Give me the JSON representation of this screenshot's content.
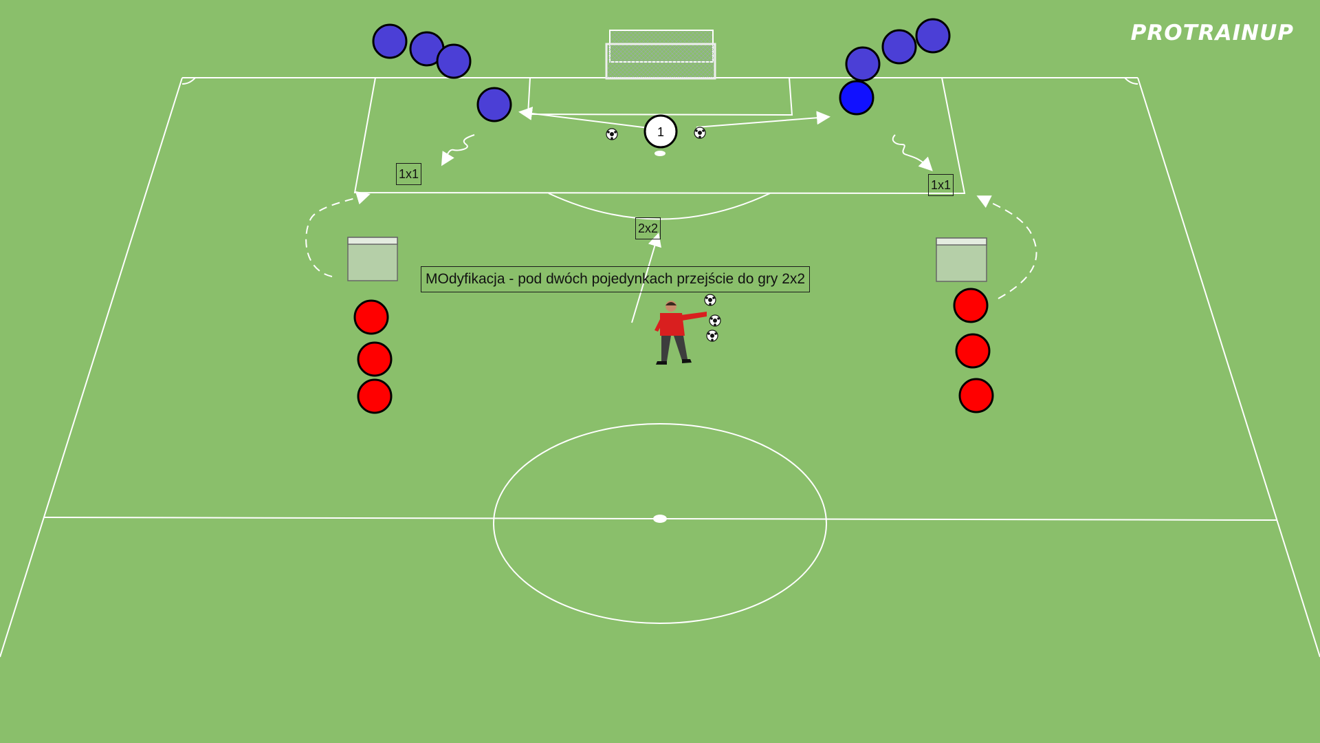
{
  "brand": {
    "logo_text": "PROTRAINUP"
  },
  "labels": {
    "duel_left": "1x1",
    "duel_right": "1x1",
    "small_game": "2x2",
    "coach_number": "1",
    "modification_note": "MOdyfikacja - pod dwóch pojedynkach przejście do gry 2x2"
  },
  "colors": {
    "grass": "#8abf6b",
    "lines": "#ffffff",
    "team_blue": "#4b3fd6",
    "team_blue_active": "#1111ff",
    "team_red": "#ff0000",
    "coach": "#ffffff",
    "goalkeeper_shirt": "#d91f1f"
  },
  "icons": [
    "goal-icon",
    "mini-goal-icon",
    "ball-icon",
    "goalkeeper-icon",
    "player-marker-icon",
    "coach-marker-icon"
  ],
  "players": {
    "blue_left_count": 4,
    "blue_right_count": 4,
    "red_left_count": 3,
    "red_right_count": 3
  },
  "balls": {
    "near_coach": 2,
    "near_goalkeeper": 3
  }
}
